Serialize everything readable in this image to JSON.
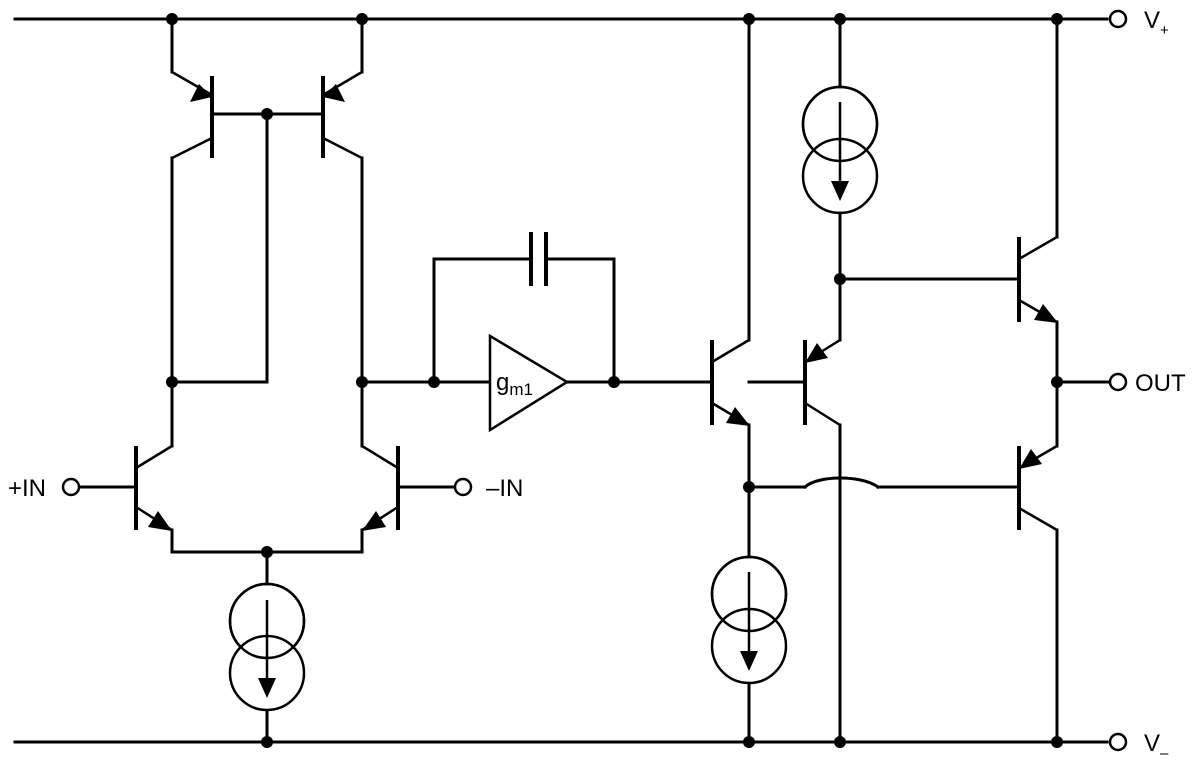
{
  "labels": {
    "vplus_main": "V",
    "vplus_sub": "+",
    "vminus_main": "V",
    "vminus_sub": "–",
    "in_plus": "+IN",
    "in_minus": "–IN",
    "out": "OUT",
    "gm_main": "g",
    "gm_sub": "m1"
  }
}
